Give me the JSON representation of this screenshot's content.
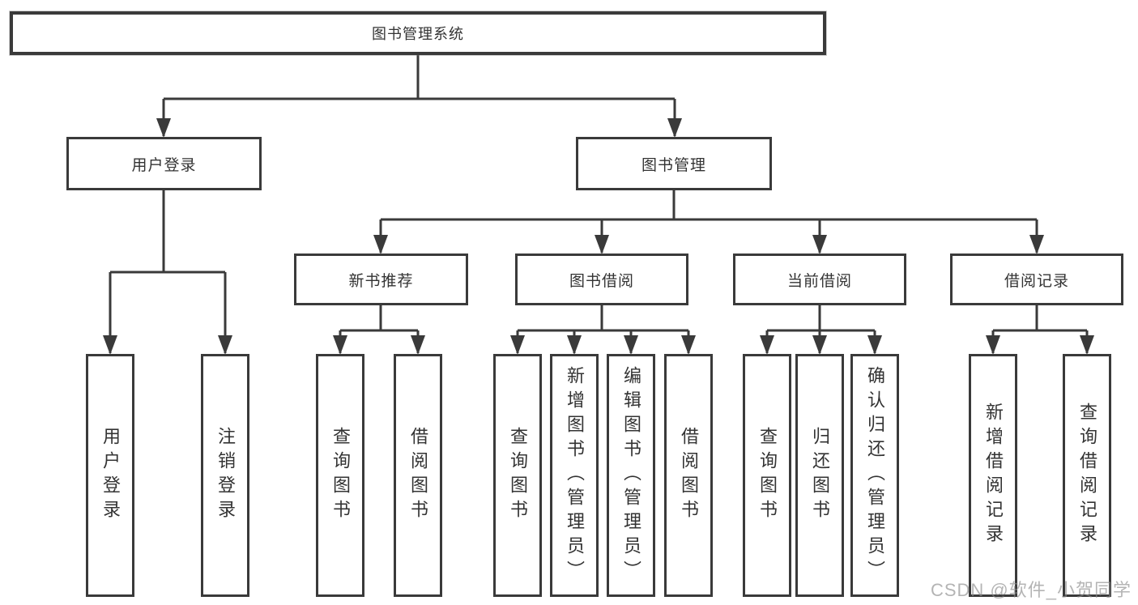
{
  "diagram": {
    "root_label": "图书管理系统",
    "modules": {
      "user_login": "用户登录",
      "book_management": "图书管理"
    },
    "submodules": {
      "new_book_recommend": "新书推荐",
      "book_borrow": "图书借阅",
      "current_borrow": "当前借阅",
      "borrow_records": "借阅记录"
    },
    "functions": {
      "user_login": [
        "用户登录",
        "注销登录"
      ],
      "new_book_recommend": [
        "查询图书",
        "借阅图书"
      ],
      "book_borrow": [
        "查询图书",
        "新增图书（管理员）",
        "编辑图书（管理员）",
        "借阅图书"
      ],
      "current_borrow": [
        "查询图书",
        "归还图书",
        "确认归还（管理员）"
      ],
      "borrow_records": [
        "新增借阅记录",
        "查询借阅记录"
      ]
    }
  },
  "watermark": "CSDN @软件_小贺同学",
  "colors": {
    "line": "#3a3a3a",
    "text": "#333333",
    "background": "#ffffff",
    "watermark": "#8c8c8c"
  }
}
